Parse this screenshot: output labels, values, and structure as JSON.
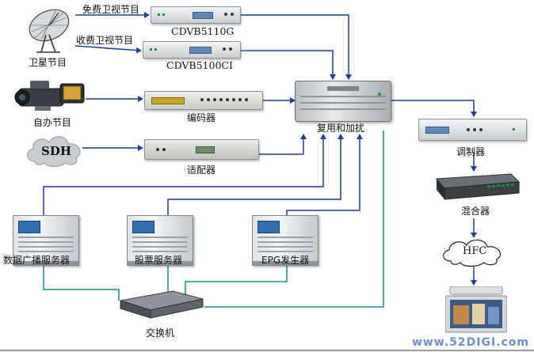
{
  "labels": {
    "free_sat": "免费卫视节目",
    "pay_sat": "收费卫视节目",
    "cdvb5110g": "CDVB5110G",
    "cdvb5100ci": "CDVB5100CI",
    "sat_programs": "卫星节目",
    "own_programs": "自办节目",
    "encoder": "编码器",
    "sdh": "SDH",
    "adapter": "适配器",
    "mux": "复用和加扰",
    "modulator": "调制器",
    "mixer": "混合器",
    "hfc": "HFC",
    "data_server": "数据广播服务器",
    "stock_server": "股票服务器",
    "epg": "EPG发生器",
    "switch": "交换机",
    "watermark": "www.52DIGI.com"
  },
  "colors": {
    "wire_blue": "#1f3f8f",
    "wire_teal": "#1c8c86",
    "arrow": "#1f3f8f"
  },
  "icons": [
    "satellite-dish-icon",
    "video-camera-icon",
    "cloud-icon",
    "tv-icon"
  ]
}
